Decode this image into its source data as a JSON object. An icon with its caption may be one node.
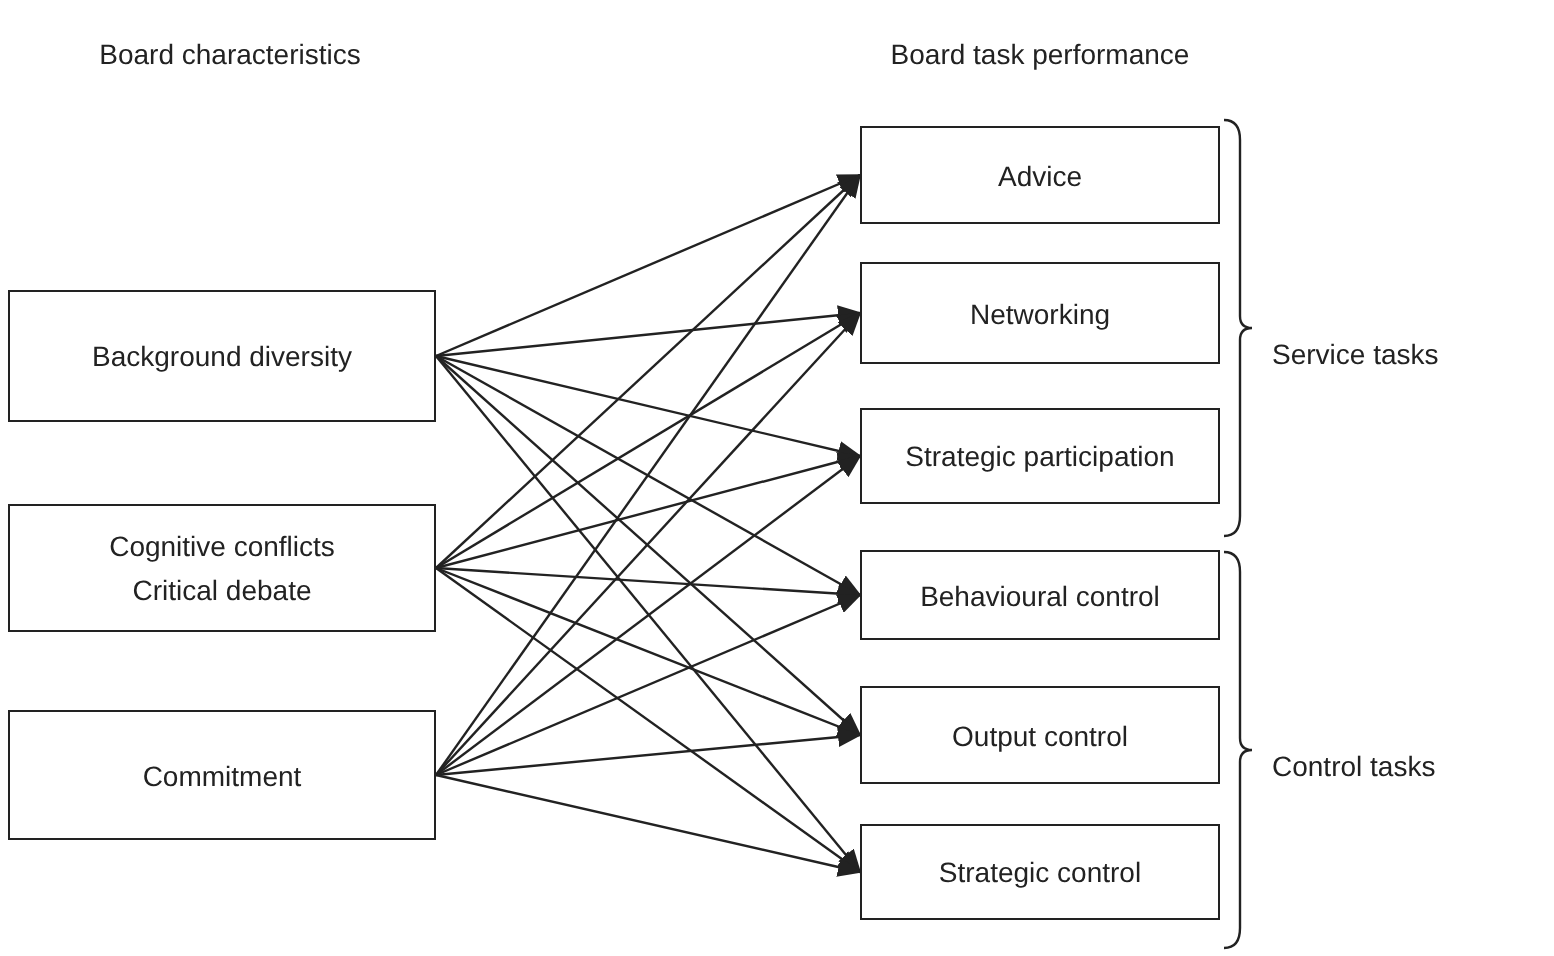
{
  "diagram": {
    "nodes": [
      {
        "text": [
          "Background diversity"
        ]
      },
      {
        "text": [
          "Cognitive conflicts",
          "Critical debate"
        ]
      },
      {
        "text": [
          "Commitment"
        ]
      },
      {
        "text": [
          "Advice"
        ]
      },
      {
        "text": [
          "Networking"
        ]
      },
      {
        "text": [
          "Strategic participation"
        ]
      },
      {
        "text": [
          "Behavioural control"
        ]
      },
      {
        "text": [
          "Output control"
        ]
      },
      {
        "text": [
          "Strategic control"
        ]
      }
    ],
    "edges": [
      {
        "from": 0,
        "to": 3,
        "arrow": "to"
      },
      {
        "from": 0,
        "to": 4,
        "arrow": "to"
      },
      {
        "from": 0,
        "to": 5,
        "arrow": "to"
      },
      {
        "from": 0,
        "to": 6,
        "arrow": "to"
      },
      {
        "from": 0,
        "to": 7,
        "arrow": "to"
      },
      {
        "from": 0,
        "to": 8,
        "arrow": "to"
      },
      {
        "from": 1,
        "to": 3,
        "arrow": "to"
      },
      {
        "from": 1,
        "to": 4,
        "arrow": "to"
      },
      {
        "from": 1,
        "to": 5,
        "arrow": "to"
      },
      {
        "from": 1,
        "to": 6,
        "arrow": "to"
      },
      {
        "from": 1,
        "to": 7,
        "arrow": "to"
      },
      {
        "from": 1,
        "to": 8,
        "arrow": "to"
      },
      {
        "from": 2,
        "to": 3,
        "arrow": "to"
      },
      {
        "from": 2,
        "to": 4,
        "arrow": "to"
      },
      {
        "from": 2,
        "to": 5,
        "arrow": "to"
      },
      {
        "from": 2,
        "to": 6,
        "arrow": "to"
      },
      {
        "from": 2,
        "to": 7,
        "arrow": "to"
      },
      {
        "from": 2,
        "to": 8,
        "arrow": "to"
      }
    ],
    "labels": [
      "Board characteristics",
      "Board task performance",
      "Service tasks",
      "Control tasks"
    ]
  }
}
